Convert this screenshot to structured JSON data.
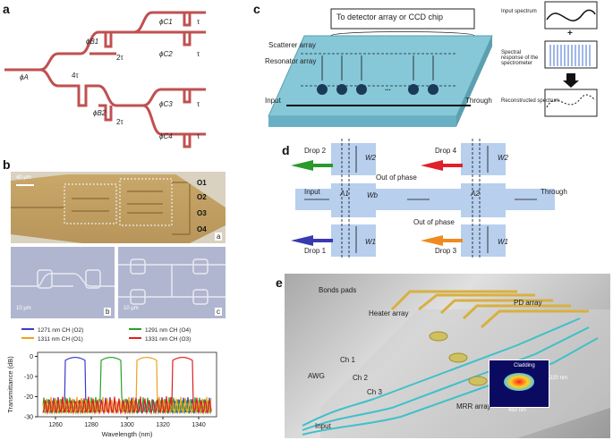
{
  "panels": {
    "a": {
      "letter": "a",
      "phase_labels": [
        "ϕA",
        "ϕB1",
        "ϕB2",
        "ϕC1",
        "ϕC2",
        "ϕC3",
        "ϕC4"
      ],
      "delay_labels": [
        "4τ",
        "2τ",
        "2τ",
        "τ",
        "τ",
        "τ",
        "τ"
      ]
    },
    "b": {
      "letter": "b",
      "scale_top": "40 μm",
      "scale_mid1": "10 μm",
      "scale_mid2": "10 μm",
      "outputs": [
        "O1",
        "O2",
        "O3",
        "O4"
      ],
      "sub_labels": [
        "a",
        "b",
        "c"
      ]
    },
    "c": {
      "letter": "c",
      "top_box": "To detector array or CCD chip",
      "scatterer": "Scatterer array",
      "resonator": "Resonator array",
      "input": "Input",
      "through": "Through",
      "dots": "...",
      "right_labels": [
        "Input spectrum",
        "Spectral response of the spectrometer",
        "Reconstructed spectrum"
      ],
      "plus": "+"
    },
    "d": {
      "letter": "d",
      "drop2": "Drop 2",
      "drop4": "Drop 4",
      "drop1": "Drop 1",
      "drop3": "Drop 3",
      "input": "Input",
      "through": "Through",
      "oop1": "Out of phase",
      "oop2": "Out of phase",
      "w2a": "W2",
      "w2b": "W2",
      "w1a": "W1",
      "w1b": "W1",
      "wb": "Wb",
      "l1": "Λ1",
      "l2": "Λ2"
    },
    "e": {
      "letter": "e",
      "bond_pads": "Bonds pads",
      "heater": "Heater array",
      "pd": "PD array",
      "awg": "AWG",
      "ch1": "Ch 1",
      "ch2": "Ch 2",
      "ch3": "Ch 3",
      "mrr": "MRR array",
      "input": "Input",
      "cladding": "Cladding",
      "dim_w": "450 nm",
      "dim_h": "220 nm"
    }
  },
  "chart_data": {
    "type": "line",
    "xlabel": "Wavelength (nm)",
    "ylabel": "Transmittance (dB)",
    "xlim": [
      1250,
      1350
    ],
    "ylim": [
      -30,
      2
    ],
    "xticks": [
      1260,
      1280,
      1300,
      1320,
      1340
    ],
    "yticks": [
      0,
      -10,
      -20,
      -30
    ],
    "legend_position": "top",
    "series": [
      {
        "name": "1271 nm CH (O2)",
        "color": "#3b3bd0",
        "center": 1271
      },
      {
        "name": "1291 nm CH (O4)",
        "color": "#2aa02a",
        "center": 1291
      },
      {
        "name": "1311 nm CH (O1)",
        "color": "#f0a020",
        "center": 1311
      },
      {
        "name": "1331 nm CH (O3)",
        "color": "#e02020",
        "center": 1331
      }
    ]
  }
}
